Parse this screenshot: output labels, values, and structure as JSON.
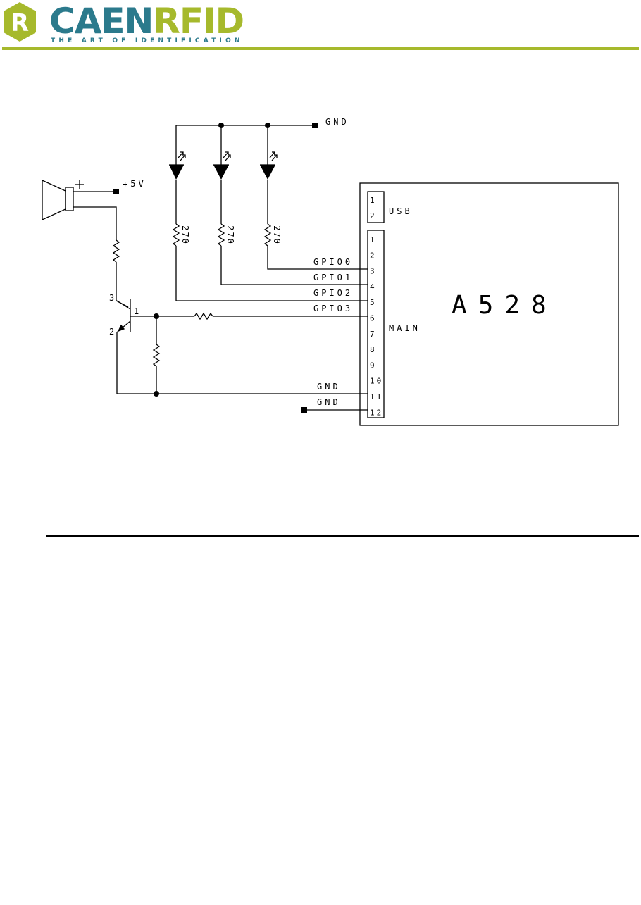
{
  "header": {
    "logo_badge_letter": "R",
    "logo_word_1": "CAEN",
    "logo_word_2": "RFID",
    "tagline": "THE ART OF IDENTIFICATION",
    "colors": {
      "teal": "#2b7a8c",
      "lime": "#a6b92c"
    }
  },
  "schematic": {
    "labels": {
      "gnd_top": "GND",
      "plus5v": "+5V",
      "speaker_plus": "+",
      "resistor_value": "270",
      "usb": "USB",
      "main": "MAIN",
      "module_name": "A528",
      "gpio0": "GPIO0",
      "gpio1": "GPIO1",
      "gpio2": "GPIO2",
      "gpio3": "GPIO3",
      "gnd_pin11": "GND",
      "gnd_pin12": "GND",
      "transistor_pin1": "1",
      "transistor_pin2": "2",
      "transistor_pin3": "3"
    },
    "usb_pins": [
      "1",
      "2"
    ],
    "main_pins": [
      "1",
      "2",
      "3",
      "4",
      "5",
      "6",
      "7",
      "8",
      "9",
      "10",
      "11",
      "12"
    ]
  }
}
